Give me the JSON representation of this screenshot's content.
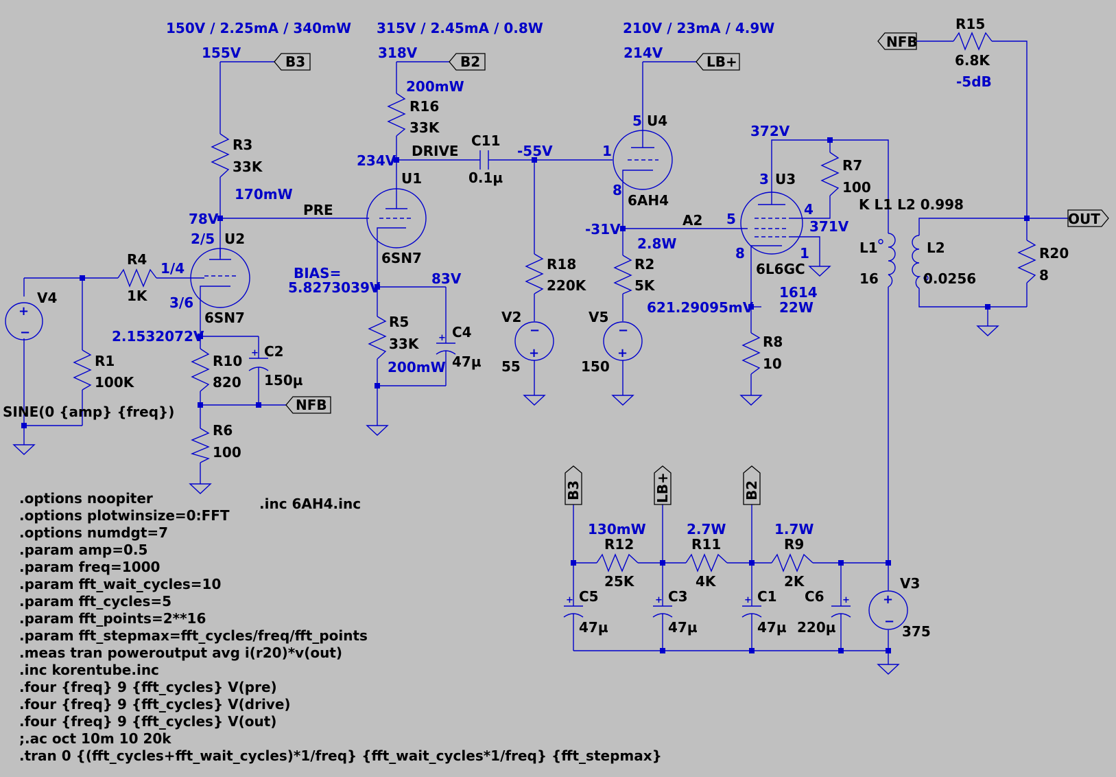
{
  "operating_points": {
    "u2_top": "150V / 2.25mA / 340mW",
    "u1_top": "315V / 2.45mA / 0.8W",
    "u4_top": "210V / 23mA / 4.9W"
  },
  "voltages": {
    "b3_node": "155V",
    "b2_node": "318V",
    "lb_node": "214V",
    "u3_plate": "372V",
    "u1_plate": "234V",
    "drive_node": "-55V",
    "u2_plate": "78V",
    "u4_cathode": "-31V",
    "u3_screen": "371V",
    "bias_label": "BIAS=",
    "bias_value": "5.8273039V",
    "c4_node": "83V",
    "u2_cathode": "2.1532072V",
    "u3_cathode": "621.29095mV",
    "u3_diss_a": "1614",
    "u3_diss_b": "22W"
  },
  "powers": {
    "r16": "200mW",
    "r3": "170mW",
    "r5": "200mW",
    "r2": "2.8W",
    "r15_db": "-5dB",
    "r12": "130mW",
    "r11": "2.7W",
    "r9": "1.7W"
  },
  "net_labels": {
    "b3": "B3",
    "b2": "B2",
    "lb": "LB+",
    "nfb": "NFB",
    "out": "OUT",
    "pre": "PRE",
    "drive": "DRIVE",
    "a2": "A2"
  },
  "components": {
    "r15": {
      "name": "R15",
      "value": "6.8K"
    },
    "r16": {
      "name": "R16",
      "value": "33K"
    },
    "r3": {
      "name": "R3",
      "value": "33K"
    },
    "r4": {
      "name": "R4",
      "value": "1K"
    },
    "r1": {
      "name": "R1",
      "value": "100K"
    },
    "r10": {
      "name": "R10",
      "value": "820"
    },
    "r6": {
      "name": "R6",
      "value": "100"
    },
    "r5": {
      "name": "R5",
      "value": "33K"
    },
    "r18": {
      "name": "R18",
      "value": "220K"
    },
    "r2": {
      "name": "R2",
      "value": "5K"
    },
    "r7": {
      "name": "R7",
      "value": "100"
    },
    "r8": {
      "name": "R8",
      "value": "10"
    },
    "r20": {
      "name": "R20",
      "value": "8"
    },
    "r12": {
      "name": "R12",
      "value": "25K"
    },
    "r11": {
      "name": "R11",
      "value": "4K"
    },
    "r9": {
      "name": "R9",
      "value": "2K"
    },
    "c11": {
      "name": "C11",
      "value": "0.1µ"
    },
    "c2": {
      "name": "C2",
      "value": "150µ"
    },
    "c4": {
      "name": "C4",
      "value": "47µ"
    },
    "c5": {
      "name": "C5",
      "value": "47µ"
    },
    "c3": {
      "name": "C3",
      "value": "47µ"
    },
    "c1": {
      "name": "C1",
      "value": "47µ"
    },
    "c6": {
      "name": "C6",
      "value": "220µ"
    },
    "v4": {
      "name": "V4",
      "value": "SINE(0 {amp} {freq})"
    },
    "v2": {
      "name": "V2",
      "value": "55"
    },
    "v5": {
      "name": "V5",
      "value": "150"
    },
    "v3": {
      "name": "V3",
      "value": "375"
    },
    "u1": {
      "name": "U1",
      "model": "6SN7"
    },
    "u2": {
      "name": "U2",
      "model": "6SN7"
    },
    "u4": {
      "name": "U4",
      "model": "6AH4"
    },
    "u3": {
      "name": "U3",
      "model": "6L6GC"
    },
    "l1": {
      "name": "L1",
      "value": "16"
    },
    "l2": {
      "name": "L2",
      "value": "0.0256"
    },
    "coupling": "K L1 L2 0.998"
  },
  "pins": {
    "u2_plate": "2/5",
    "u2_grid": "1/4",
    "u2_cathode": "3/6",
    "u4_plate": "5",
    "u4_grid": "1",
    "u4_cathode": "8",
    "u3_plate": "3",
    "u3_screen": "4",
    "u3_grid": "5",
    "u3_cathode": "8",
    "u3_supp": "1"
  },
  "directives": [
    ".options noopiter",
    ".options plotwinsize=0:FFT",
    ".options numdgt=7",
    ".param amp=0.5",
    ".param freq=1000",
    ".param fft_wait_cycles=10",
    ".param fft_cycles=5",
    ".param fft_points=2**16",
    ".param fft_stepmax=fft_cycles/freq/fft_points",
    ".meas tran poweroutput avg i(r20)*v(out)",
    ".inc korentube.inc",
    ".four {freq} 9 {fft_cycles} V(pre)",
    ".four {freq} 9 {fft_cycles} V(drive)",
    ".four {freq} 9 {fft_cycles} V(out)",
    ";.ac oct 10m 10 20k",
    ".tran 0 {(fft_cycles+fft_wait_cycles)*1/freq} {fft_wait_cycles*1/freq} {fft_stepmax}"
  ],
  "include_6ah4": ".inc 6AH4.inc"
}
